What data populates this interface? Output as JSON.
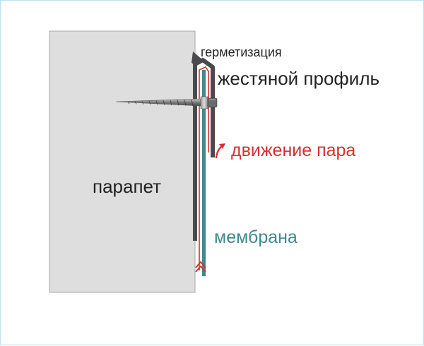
{
  "labels": {
    "sealing": "герметизация",
    "tin_profile": "жестяной профиль",
    "vapor_movement": "движение пара",
    "parapet": "парапет",
    "membrane": "мембрана"
  },
  "colors": {
    "parapet_fill": "#dedede",
    "parapet_stroke": "#a9a9a9",
    "profile": "#4a4a4e",
    "membrane": "#3f8a8c",
    "vapor": "#d63131",
    "text_dark": "#222222",
    "frame": "#b9dff0"
  }
}
